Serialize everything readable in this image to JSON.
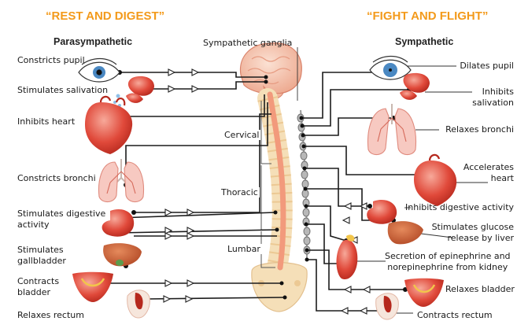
{
  "headers": {
    "rest": "“REST AND DIGEST”",
    "fight": "“FIGHT AND FLIGHT”"
  },
  "columns": {
    "left": "Parasympathetic",
    "right": "Sympathetic",
    "ganglia": "Sympathetic ganglia"
  },
  "regions": {
    "cervical": "Cervical",
    "thoracic": "Thoracic",
    "lumbar": "Lumbar"
  },
  "parasympathetic": [
    "Constricts pupil",
    "Stimulates salivation",
    "Inhibits heart",
    "Constricts bronchi",
    "Stimulates digestive\nactivity",
    "Stimulates\ngallbladder",
    "Contracts\nbladder",
    "Relaxes rectum"
  ],
  "sympathetic": [
    "Dilates pupil",
    "Inhibits\nsalivation",
    "Relaxes bronchi",
    "Accelerates\nheart",
    "Inhibits digestive activity",
    "Stimulates glucose\nrelease by liver",
    "Secretion of epinephrine and\nnorepinephrine from kidney",
    "Relaxes bladder",
    "Contracts rectum"
  ],
  "colors": {
    "header_orange": "#f39a1b",
    "spinal_cord": "#f4a988",
    "vertebrae": "#f5dfb8",
    "ganglia": "#9b9b9b",
    "organ_red": "#dd3b2c"
  }
}
